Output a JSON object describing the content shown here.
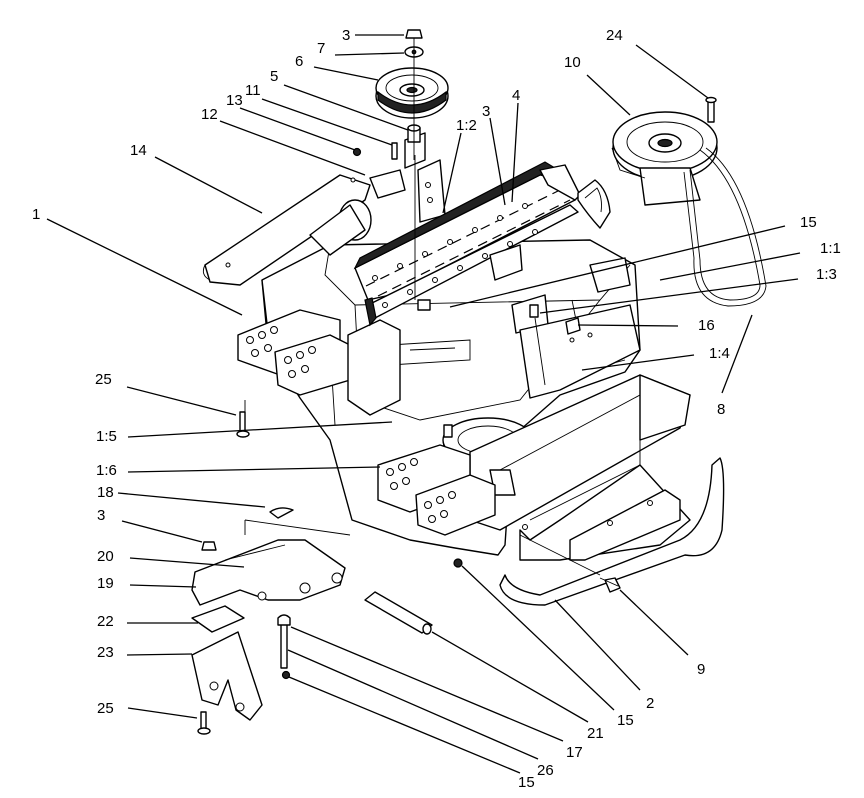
{
  "callouts": [
    {
      "id": "c3a",
      "text": "3"
    },
    {
      "id": "c7",
      "text": "7"
    },
    {
      "id": "c6",
      "text": "6"
    },
    {
      "id": "c5",
      "text": "5"
    },
    {
      "id": "c11",
      "text": "11"
    },
    {
      "id": "c13",
      "text": "13"
    },
    {
      "id": "c12",
      "text": "12"
    },
    {
      "id": "c14",
      "text": "14"
    },
    {
      "id": "c1",
      "text": "1"
    },
    {
      "id": "c1_2",
      "text": "1:2"
    },
    {
      "id": "c3b",
      "text": "3"
    },
    {
      "id": "c4",
      "text": "4"
    },
    {
      "id": "c24",
      "text": "24"
    },
    {
      "id": "c10",
      "text": "10"
    },
    {
      "id": "c15a",
      "text": "15"
    },
    {
      "id": "c1_1",
      "text": "1:1"
    },
    {
      "id": "c1_3",
      "text": "1:3"
    },
    {
      "id": "c16",
      "text": "16"
    },
    {
      "id": "c1_4",
      "text": "1:4"
    },
    {
      "id": "c8",
      "text": "8"
    },
    {
      "id": "c25a",
      "text": "25"
    },
    {
      "id": "c1_5",
      "text": "1:5"
    },
    {
      "id": "c1_6",
      "text": "1:6"
    },
    {
      "id": "c18",
      "text": "18"
    },
    {
      "id": "c3c",
      "text": "3"
    },
    {
      "id": "c20",
      "text": "20"
    },
    {
      "id": "c19",
      "text": "19"
    },
    {
      "id": "c22",
      "text": "22"
    },
    {
      "id": "c23",
      "text": "23"
    },
    {
      "id": "c25b",
      "text": "25"
    },
    {
      "id": "c9",
      "text": "9"
    },
    {
      "id": "c2",
      "text": "2"
    },
    {
      "id": "c15b",
      "text": "15"
    },
    {
      "id": "c21",
      "text": "21"
    },
    {
      "id": "c17",
      "text": "17"
    },
    {
      "id": "c26",
      "text": "26"
    },
    {
      "id": "c15c",
      "text": "15"
    }
  ]
}
